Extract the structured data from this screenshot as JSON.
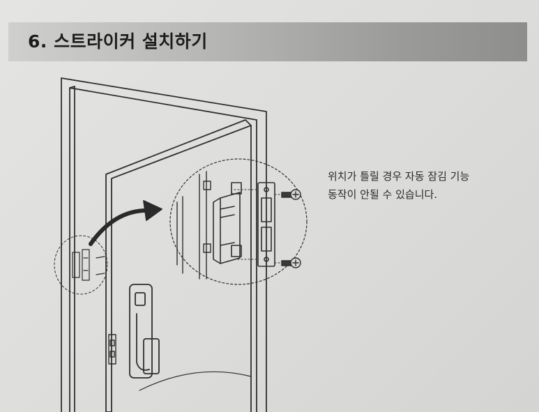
{
  "section": {
    "title": "6. 스트라이커 설치하기"
  },
  "note": {
    "line1": "위치가 틀릴 경우 자동 잠김 기능",
    "line2": "동작이 안될 수 있습니다."
  },
  "colors": {
    "ink": "#2e2e2e",
    "header_dark": "#8e8e8c",
    "header_light": "#cfcfcd"
  },
  "icons": [
    "door-illustration",
    "striker-plate-icon",
    "screw-icon",
    "curved-arrow-icon",
    "door-handle-icon"
  ]
}
